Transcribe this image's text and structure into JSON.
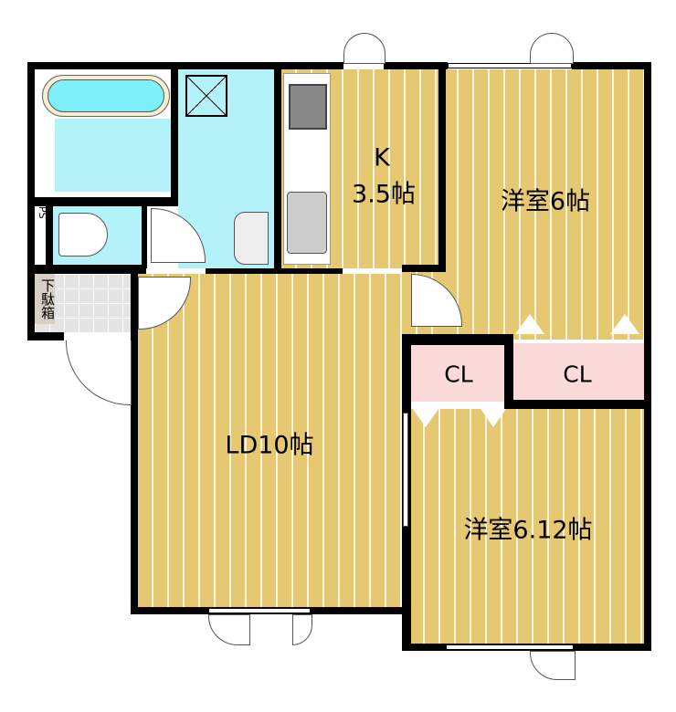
{
  "rooms": {
    "kitchen": {
      "name": "K",
      "size": "3.5帖"
    },
    "western1": {
      "label": "洋室6帖"
    },
    "closet1": {
      "label": "CL"
    },
    "closet2": {
      "label": "CL"
    },
    "living": {
      "label": "LD10帖"
    },
    "western2": {
      "label": "洋室6.12帖"
    },
    "shoe_box": {
      "label": "下駄箱"
    },
    "pipe_space": {
      "label": "PS"
    }
  },
  "colors": {
    "floor": "#e6c873",
    "wet_area": "#b4f2fa",
    "closet": "#fbdada",
    "wall": "#000000"
  }
}
